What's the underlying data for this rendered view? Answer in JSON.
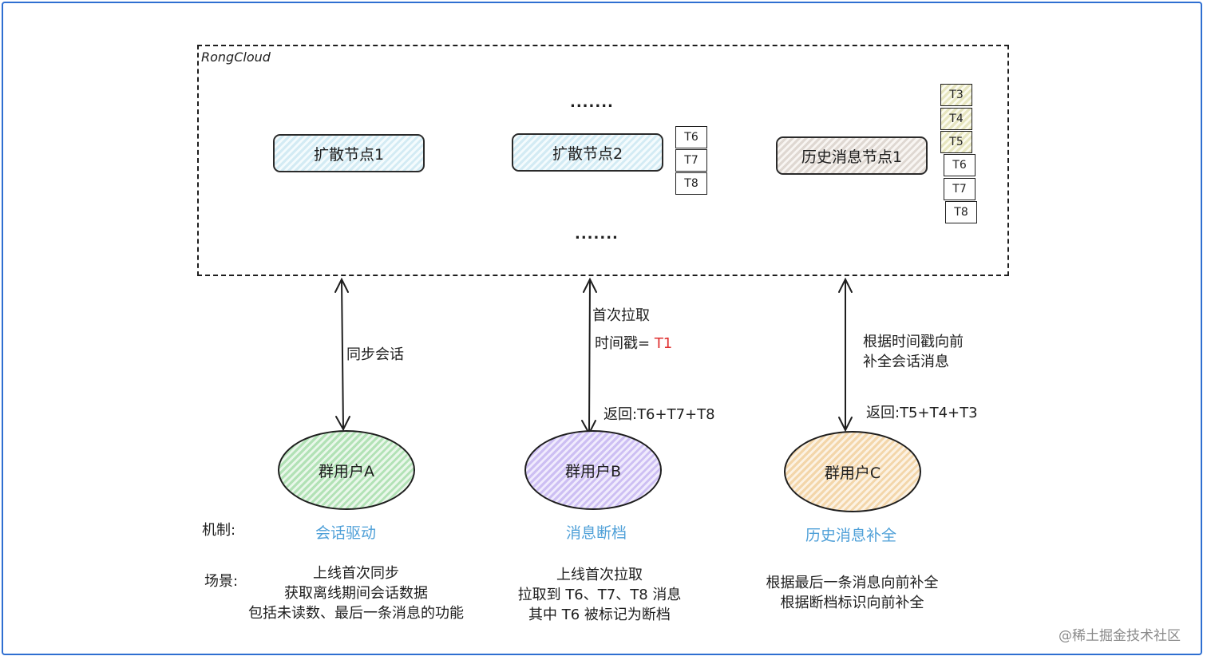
{
  "cloud": {
    "label": "RongCloud"
  },
  "nodes": {
    "fanout1": "扩散节点1",
    "fanout2": "扩散节点2",
    "history1": "历史消息节点1",
    "dots_top": ".......",
    "dots_bottom": "......."
  },
  "queue_fanout2": [
    "T6",
    "T7",
    "T8"
  ],
  "queue_history": [
    "T3",
    "T4",
    "T5",
    "T6",
    "T7",
    "T8"
  ],
  "links": {
    "a": {
      "label": "同步会话"
    },
    "b": {
      "line1": "首次拉取",
      "line2_prefix": "时间戳= ",
      "line2_value": "T1",
      "return": "返回:T6+T7+T8"
    },
    "c": {
      "line1": "根据时间戳向前",
      "line2": "补全会话消息",
      "return": "返回:T5+T4+T3"
    }
  },
  "users": {
    "a": "群用户A",
    "b": "群用户B",
    "c": "群用户C"
  },
  "mechanism": {
    "label": "机制:",
    "a": "会话驱动",
    "b": "消息断档",
    "c": "历史消息补全"
  },
  "scene": {
    "label": "场景:",
    "a": [
      "上线首次同步",
      "获取离线期间会话数据",
      "包括未读数、最后一条消息的功能"
    ],
    "b": [
      "上线首次拉取",
      "拉取到 T6、T7、T8 消息",
      "其中 T6 被标记为断档"
    ],
    "c": [
      "根据最后一条消息向前补全",
      "根据断档标识向前补全"
    ]
  },
  "colors": {
    "accent_link": "#4fa0d8",
    "highlight": "#e03131",
    "frame": "#2f6fd1"
  },
  "watermark": "@稀土掘金技术社区"
}
